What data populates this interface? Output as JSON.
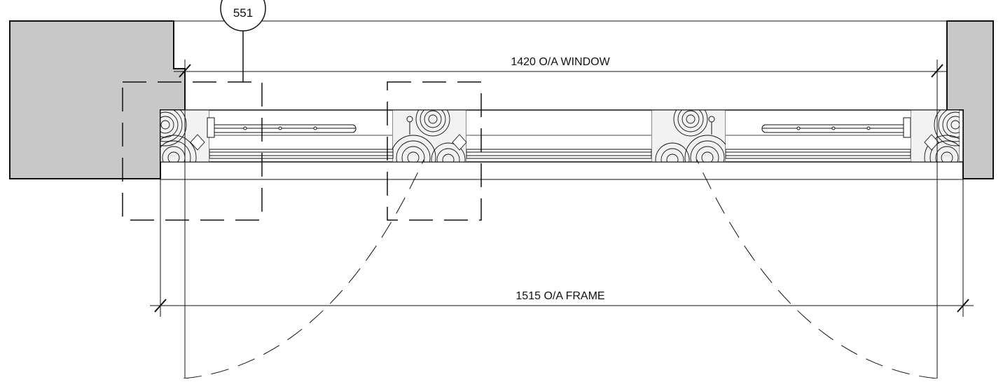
{
  "drawing": {
    "callout_label": "551",
    "window_dimension_label": "1420 O/A WINDOW",
    "frame_dimension_label": "1515 O/A FRAME",
    "colors": {
      "line": "#111111",
      "wall_fill": "#c8c8c8",
      "timber_fill": "#f2f2f2",
      "background": "#ffffff"
    }
  }
}
